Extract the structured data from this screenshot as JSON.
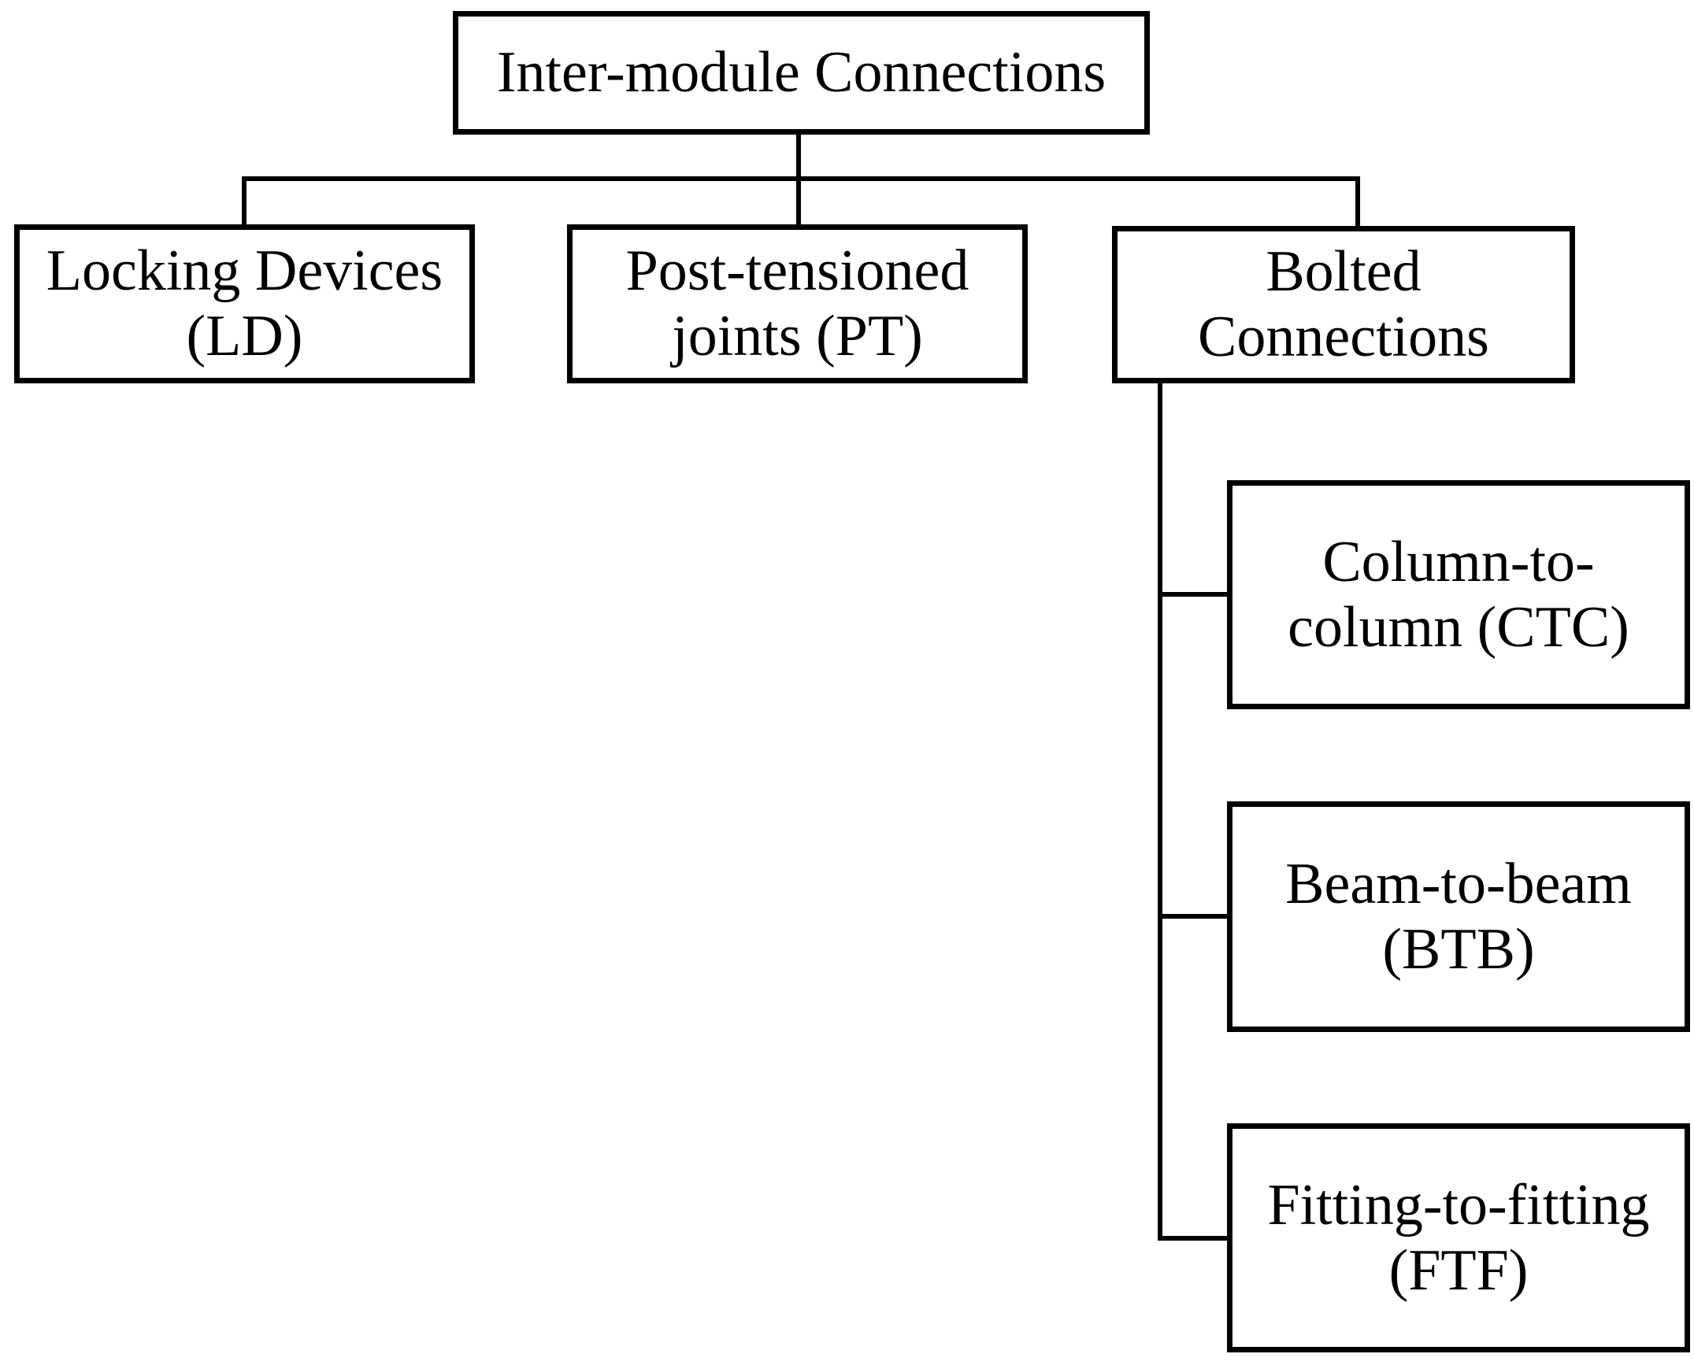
{
  "diagram": {
    "title": "Inter-module Connections hierarchy",
    "colors": {
      "line": "#000000",
      "text": "#000000",
      "box_fill": "#ffffff",
      "background": "#ffffff"
    },
    "nodes": {
      "root": {
        "label": "Inter-module Connections"
      },
      "ld": {
        "label": "Locking Devices\n(LD)"
      },
      "pt": {
        "label": "Post-tensioned\njoints (PT)"
      },
      "bolted": {
        "label": "Bolted\nConnections"
      },
      "ctc": {
        "label": "Column-to-\ncolumn (CTC)"
      },
      "btb": {
        "label": "Beam-to-beam\n(BTB)"
      },
      "ftf": {
        "label": "Fitting-to-fitting\n(FTF)"
      }
    },
    "edges": [
      {
        "from": "root",
        "to": "ld"
      },
      {
        "from": "root",
        "to": "pt"
      },
      {
        "from": "root",
        "to": "bolted"
      },
      {
        "from": "bolted",
        "to": "ctc"
      },
      {
        "from": "bolted",
        "to": "btb"
      },
      {
        "from": "bolted",
        "to": "ftf"
      }
    ]
  }
}
